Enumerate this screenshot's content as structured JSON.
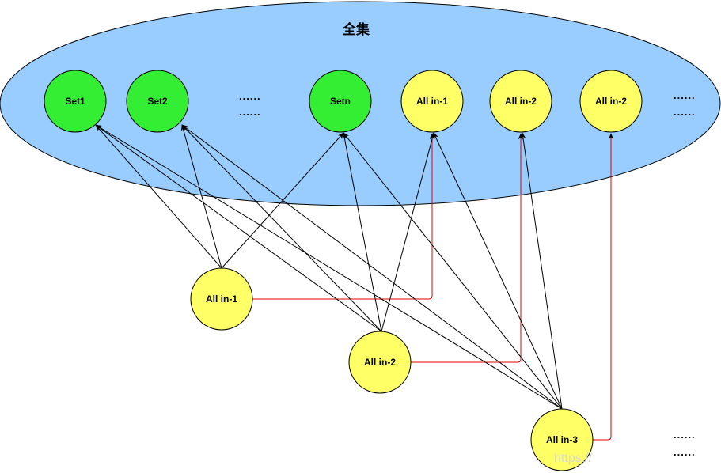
{
  "universe": {
    "title": "全集",
    "fill": "#99ccff",
    "stroke": "#000000"
  },
  "sets": [
    {
      "id": "set1",
      "label": "Set1",
      "fill": "#33ee33"
    },
    {
      "id": "set2",
      "label": "Set2",
      "fill": "#33ee33"
    },
    {
      "id": "setn",
      "label": "Setn",
      "fill": "#33ee33"
    }
  ],
  "allin_top": [
    {
      "id": "top1",
      "label": "All in-1",
      "fill": "#ffff66"
    },
    {
      "id": "top2",
      "label": "All in-2",
      "fill": "#ffff66"
    },
    {
      "id": "top3",
      "label": "All in-2",
      "fill": "#ffff66"
    }
  ],
  "allin_bottom": [
    {
      "id": "bot1",
      "label": "All in-1",
      "fill": "#ffff66"
    },
    {
      "id": "bot2",
      "label": "All in-2",
      "fill": "#ffff66"
    },
    {
      "id": "bot3",
      "label": "All in-3",
      "fill": "#ffff66"
    }
  ],
  "ellipsis": "......",
  "watermark": "https://",
  "colors": {
    "black_edge": "#000000",
    "red_edge": "#e00000"
  },
  "edges": [
    {
      "from": "bot1",
      "to": "set1",
      "color": "black"
    },
    {
      "from": "bot1",
      "to": "set2",
      "color": "black"
    },
    {
      "from": "bot1",
      "to": "setn",
      "color": "black"
    },
    {
      "from": "bot1",
      "to": "top1",
      "color": "red"
    },
    {
      "from": "bot2",
      "to": "set1",
      "color": "black"
    },
    {
      "from": "bot2",
      "to": "set2",
      "color": "black"
    },
    {
      "from": "bot2",
      "to": "setn",
      "color": "black"
    },
    {
      "from": "bot2",
      "to": "top1",
      "color": "black"
    },
    {
      "from": "bot2",
      "to": "top2",
      "color": "red"
    },
    {
      "from": "bot3",
      "to": "set1",
      "color": "black"
    },
    {
      "from": "bot3",
      "to": "set2",
      "color": "black"
    },
    {
      "from": "bot3",
      "to": "setn",
      "color": "black"
    },
    {
      "from": "bot3",
      "to": "top1",
      "color": "black"
    },
    {
      "from": "bot3",
      "to": "top2",
      "color": "black"
    },
    {
      "from": "bot3",
      "to": "top3",
      "color": "red"
    }
  ]
}
